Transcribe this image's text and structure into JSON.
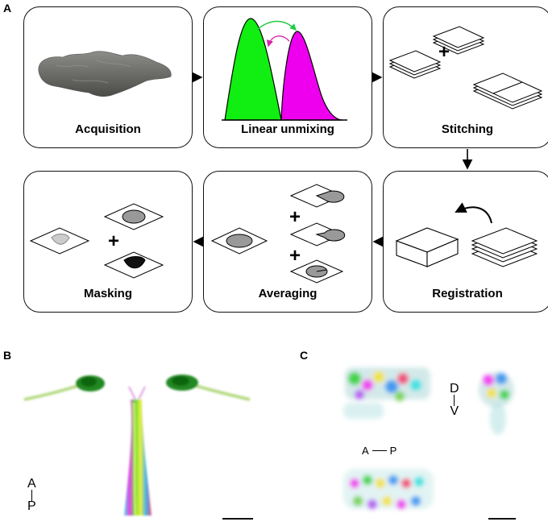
{
  "panels": {
    "A": "A",
    "B": "B",
    "C": "C"
  },
  "steps": {
    "acquisition": "Acquisition",
    "linear_unmixing": "Linear unmixing",
    "stitching": "Stitching",
    "registration": "Registration",
    "averaging": "Averaging",
    "masking": "Masking"
  },
  "symbols": {
    "plus": "+"
  },
  "axes": {
    "b_anterior": "A",
    "b_posterior": "P",
    "c_dorsal": "D",
    "c_ventral": "V",
    "c_anterior": "A",
    "c_posterior": "P"
  },
  "colors": {
    "green": "#11ee11",
    "magenta": "#ee00ee",
    "arrow_green": "#22cc44",
    "arrow_magenta": "#dd22aa"
  }
}
